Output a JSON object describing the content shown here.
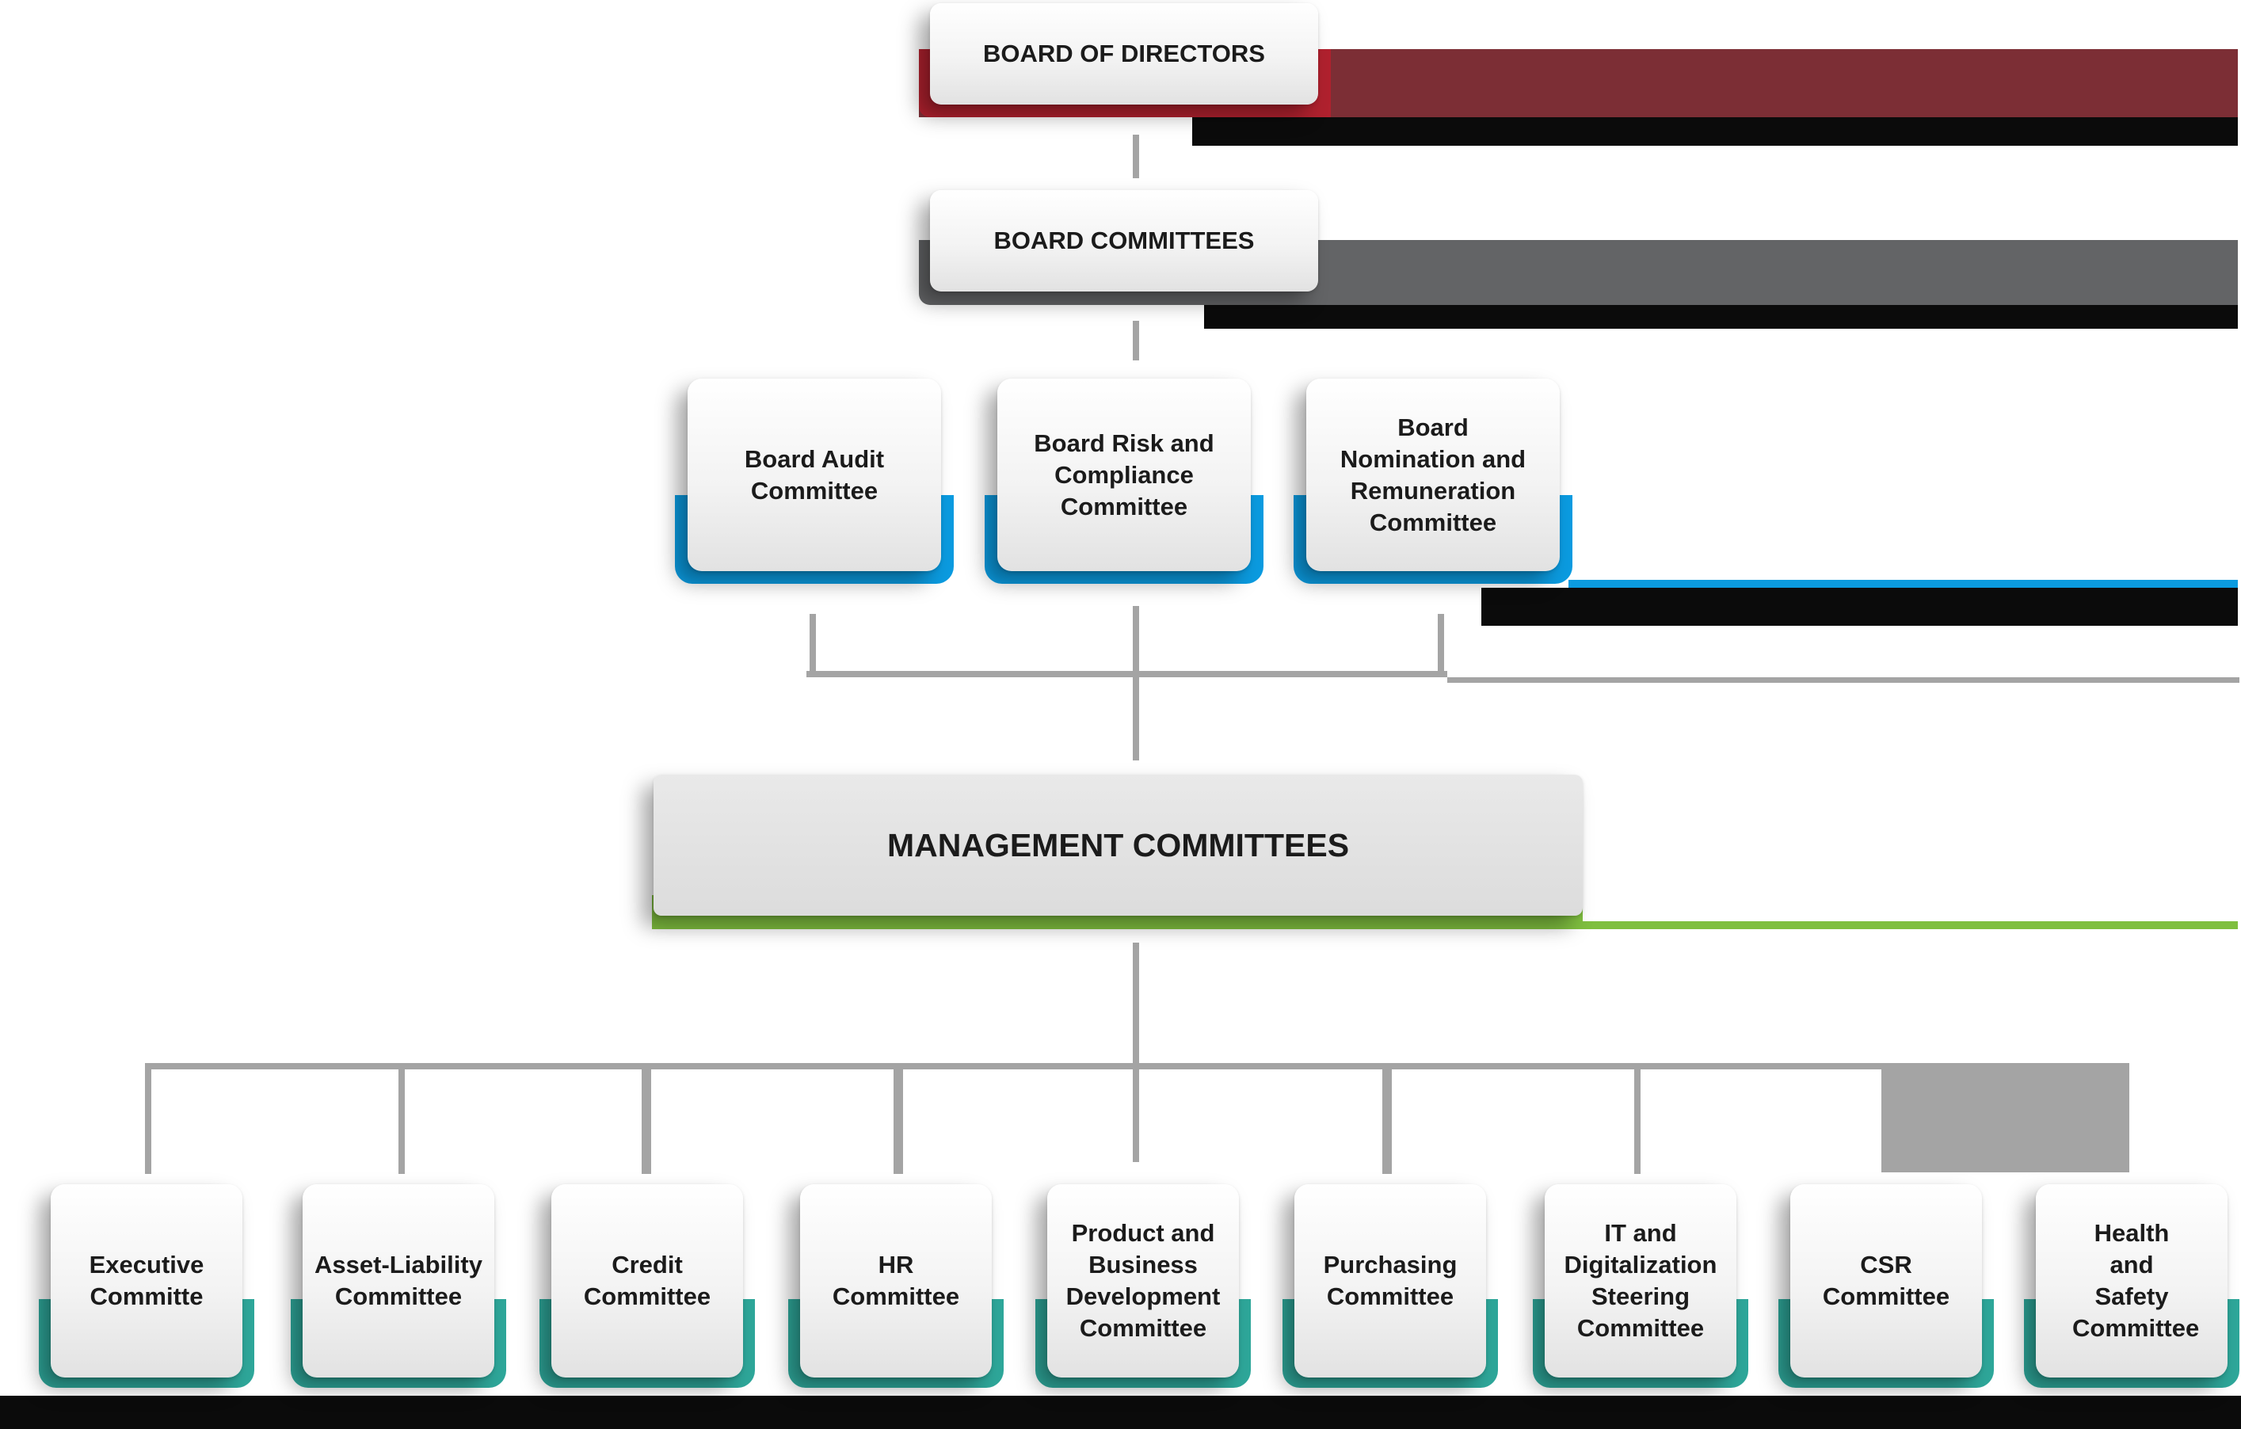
{
  "colors": {
    "board": "#b0212e",
    "board_band": "#7c2e35",
    "committees": "#636466",
    "board_committee_accent": "#0b9be0",
    "management_accent": "#7fbf3f",
    "mgmt_committee_accent": "#2ea79a",
    "connector": "#a4a4a4"
  },
  "board_of_directors": {
    "label": "BOARD OF DIRECTORS"
  },
  "board_committees": {
    "label": "BOARD COMMITTEES"
  },
  "board_committee_items": [
    {
      "label": "Board Audit Committee"
    },
    {
      "label": "Board Risk and Compliance Committee"
    },
    {
      "label": "Board Nomination and Remuneration Committee"
    }
  ],
  "management_committees": {
    "label": "MANAGEMENT COMMITTEES"
  },
  "management_committee_items": [
    {
      "label": "Executive Committe"
    },
    {
      "label": "Asset-Liability Committee"
    },
    {
      "label": "Credit Committee"
    },
    {
      "label": "HR Committee"
    },
    {
      "label": "Product and Business Development Committee"
    },
    {
      "label": "Purchasing Committee"
    },
    {
      "label": "IT and Digitalization Steering Committee"
    },
    {
      "label": "CSR Committee"
    },
    {
      "label": "Health and Safety Committee"
    }
  ]
}
